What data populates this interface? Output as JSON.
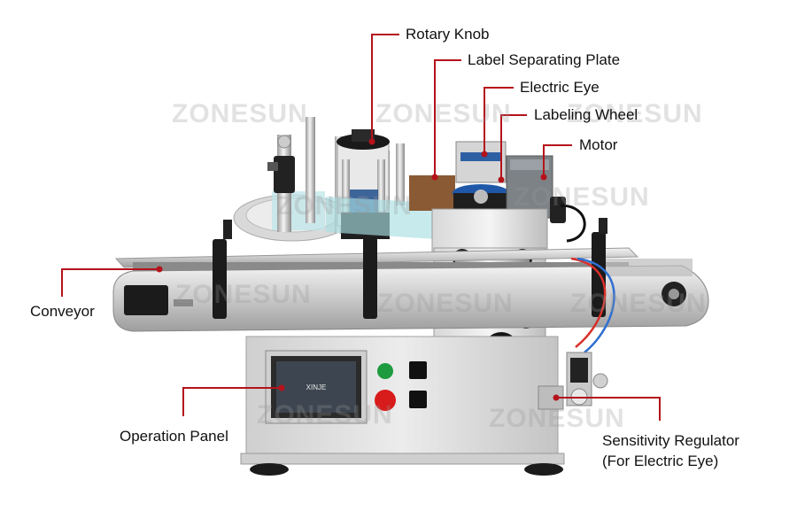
{
  "watermark": "ZONESUN",
  "display_brand": "XINJE",
  "accent_color": "#b5121b",
  "callouts": {
    "rotary_knob": "Rotary Knob",
    "label_separating_plate": "Label Separating Plate",
    "electric_eye": "Electric Eye",
    "labeling_wheel": "Labeling Wheel",
    "motor": "Motor",
    "conveyor": "Conveyor",
    "operation_panel": "Operation Panel",
    "sensitivity_regulator_line1": "Sensitivity Regulator",
    "sensitivity_regulator_line2": "(For Electric Eye)"
  }
}
